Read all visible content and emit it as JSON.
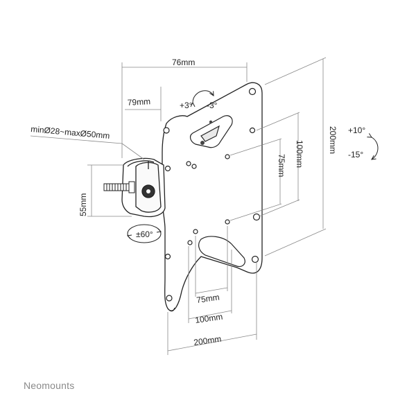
{
  "brand": "Neomounts",
  "dimensions": {
    "top_width": "76mm",
    "arm_depth": "79mm",
    "pole_range": "minØ28~maxØ50mm",
    "clamp_height": "55mm",
    "height_200": "200mm",
    "height_100": "100mm",
    "height_75": "75mm",
    "width_75": "75mm",
    "width_100": "100mm",
    "width_200": "200mm"
  },
  "angles": {
    "tilt_up": "+10°",
    "tilt_down": "-15°",
    "swivel_left": "+3°",
    "swivel_right": "-3°",
    "rotation": "±60°"
  }
}
